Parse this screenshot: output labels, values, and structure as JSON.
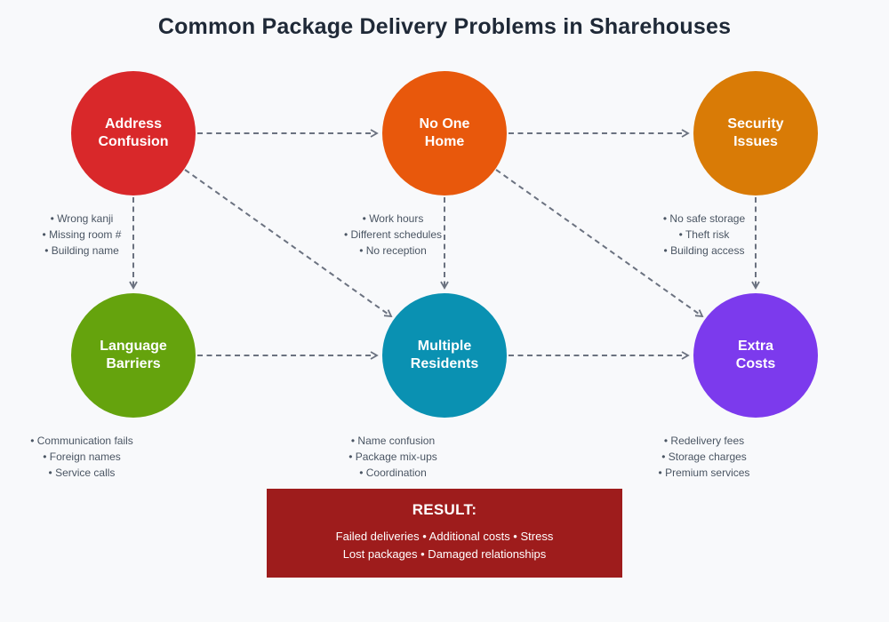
{
  "title": "Common Package Delivery Problems in Sharehouses",
  "colors": {
    "background": "#F8F9FB",
    "title_text": "#1F2937",
    "connector": "#6B7280",
    "bullet_text": "#4A5563",
    "node_label_text": "#FFFFFF",
    "result_bg": "#9E1C1C",
    "result_text": "#FFFFFF"
  },
  "nodes": [
    {
      "id": "address-confusion",
      "line1": "Address",
      "line2": "Confusion",
      "color": "#D9282A",
      "bullets": [
        "• Wrong kanji",
        "• Missing room #",
        "• Building name"
      ]
    },
    {
      "id": "no-one-home",
      "line1": "No One",
      "line2": "Home",
      "color": "#E8580C",
      "bullets": [
        "• Work hours",
        "• Different schedules",
        "• No reception"
      ]
    },
    {
      "id": "security-issues",
      "line1": "Security",
      "line2": "Issues",
      "color": "#D97B06",
      "bullets": [
        "• No safe storage",
        "• Theft risk",
        "• Building access"
      ]
    },
    {
      "id": "language-barriers",
      "line1": "Language",
      "line2": "Barriers",
      "color": "#65A30D",
      "bullets": [
        "• Communication fails",
        "• Foreign names",
        "• Service calls"
      ]
    },
    {
      "id": "multiple-residents",
      "line1": "Multiple",
      "line2": "Residents",
      "color": "#0A91B2",
      "bullets": [
        "• Name confusion",
        "• Package mix-ups",
        "• Coordination"
      ]
    },
    {
      "id": "extra-costs",
      "line1": "Extra",
      "line2": "Costs",
      "color": "#7C3AED",
      "bullets": [
        "• Redelivery fees",
        "• Storage charges",
        "• Premium services"
      ]
    }
  ],
  "result": {
    "heading": "RESULT:",
    "line1": "Failed deliveries • Additional costs • Stress",
    "line2": "Lost packages • Damaged relationships"
  }
}
